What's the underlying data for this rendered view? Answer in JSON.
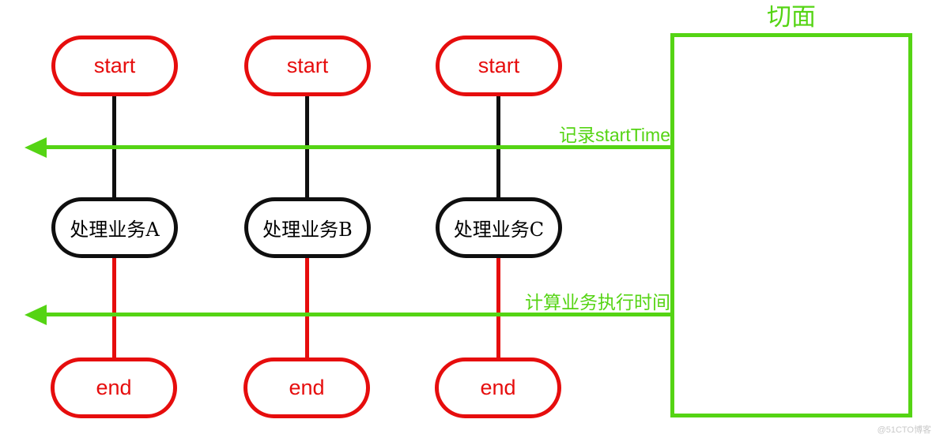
{
  "aspect": {
    "title": "切面"
  },
  "lanes": [
    {
      "start_label": "start",
      "process_label": "处理业务A",
      "end_label": "end"
    },
    {
      "start_label": "start",
      "process_label": "处理业务B",
      "end_label": "end"
    },
    {
      "start_label": "start",
      "process_label": "处理业务C",
      "end_label": "end"
    }
  ],
  "crosscuts": [
    {
      "label_zh": "记录",
      "label_en": "startTime"
    },
    {
      "label_zh": "计算业务执行时间",
      "label_en": ""
    }
  ],
  "watermark": "@51CTO博客",
  "colors": {
    "red": "#e60d0d",
    "green": "#55d414",
    "black": "#0f0f0f",
    "watermark_gray": "#c9c9c9"
  }
}
